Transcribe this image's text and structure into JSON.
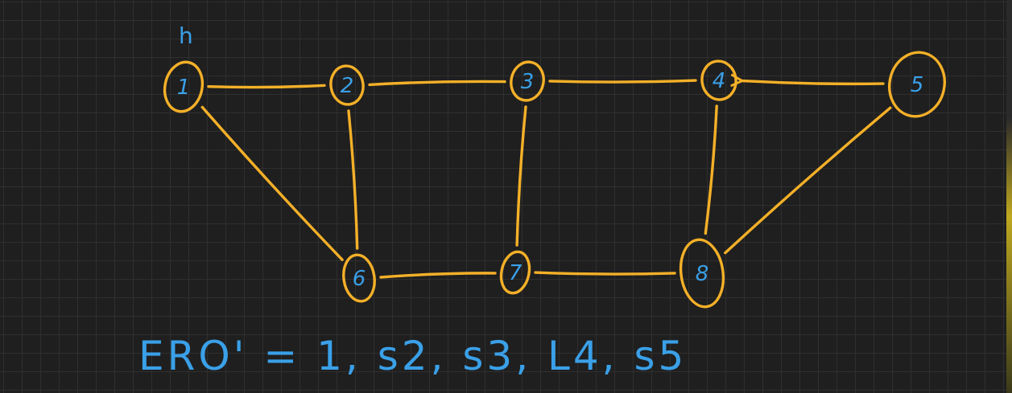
{
  "colors": {
    "background": "#1f1f1f",
    "grid": "#2f2f2f",
    "edge": "#f4b028",
    "ink": "#3aa0e8"
  },
  "diagram": {
    "nodes": [
      {
        "id": "1",
        "label": "1"
      },
      {
        "id": "2",
        "label": "2"
      },
      {
        "id": "3",
        "label": "3"
      },
      {
        "id": "4",
        "label": "4"
      },
      {
        "id": "5",
        "label": "5"
      },
      {
        "id": "6",
        "label": "6"
      },
      {
        "id": "7",
        "label": "7"
      },
      {
        "id": "8",
        "label": "8"
      }
    ],
    "edges": [
      {
        "from": "1",
        "to": "2",
        "arrow": false
      },
      {
        "from": "2",
        "to": "3",
        "arrow": false
      },
      {
        "from": "3",
        "to": "4",
        "arrow": false
      },
      {
        "from": "5",
        "to": "4",
        "arrow": true
      },
      {
        "from": "1",
        "to": "6",
        "arrow": false
      },
      {
        "from": "2",
        "to": "6",
        "arrow": false
      },
      {
        "from": "3",
        "to": "7",
        "arrow": false
      },
      {
        "from": "4",
        "to": "8",
        "arrow": false
      },
      {
        "from": "5",
        "to": "8",
        "arrow": false
      },
      {
        "from": "6",
        "to": "7",
        "arrow": false
      },
      {
        "from": "7",
        "to": "8",
        "arrow": false
      }
    ],
    "start_marker": "h"
  },
  "annotation": {
    "text": "ERO' = 1, s2, s3, L4, s5"
  }
}
